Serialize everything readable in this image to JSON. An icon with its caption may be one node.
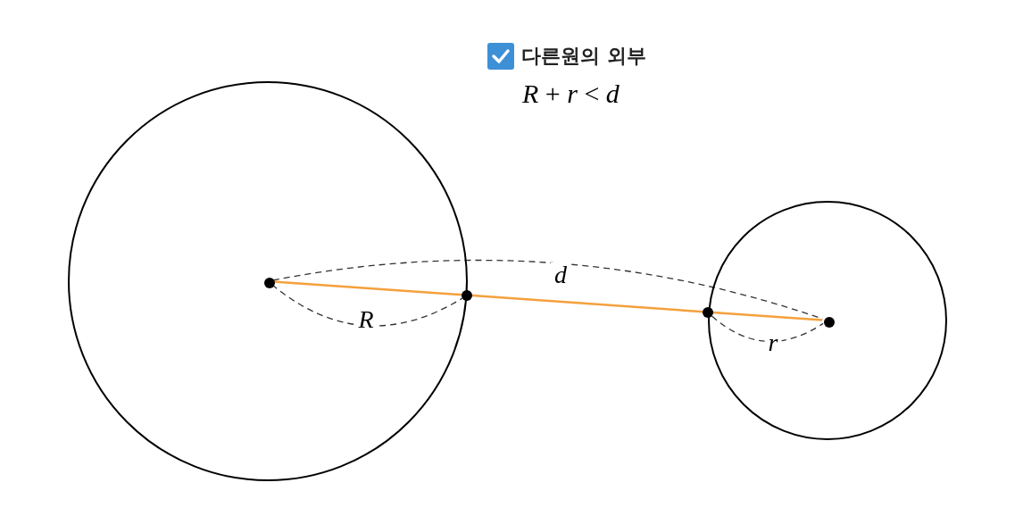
{
  "diagram": {
    "nodes": [
      {
        "text": [],
        "shape": "circle"
      },
      {
        "text": [],
        "shape": "circle"
      },
      {
        "text": [],
        "shape": "circle",
        "in": 0
      },
      {
        "text": [],
        "shape": "circle"
      },
      {
        "text": [],
        "shape": "circle"
      },
      {
        "text": [],
        "shape": "circle",
        "in": 1
      }
    ],
    "edges": [
      {
        "from": 2,
        "to": 5,
        "arrow": "none",
        "color": "#f5a03c"
      },
      {
        "from": 2,
        "to": 3,
        "arrow": "none",
        "style": "dashed",
        "label": "R"
      },
      {
        "from": 2,
        "to": 5,
        "arrow": "none",
        "style": "dashed",
        "label": "d"
      },
      {
        "from": 4,
        "to": 5,
        "arrow": "none",
        "style": "dashed",
        "label": "r"
      }
    ],
    "labels": [
      "다른원의 외부",
      "*R* + *r* < *d*"
    ]
  }
}
